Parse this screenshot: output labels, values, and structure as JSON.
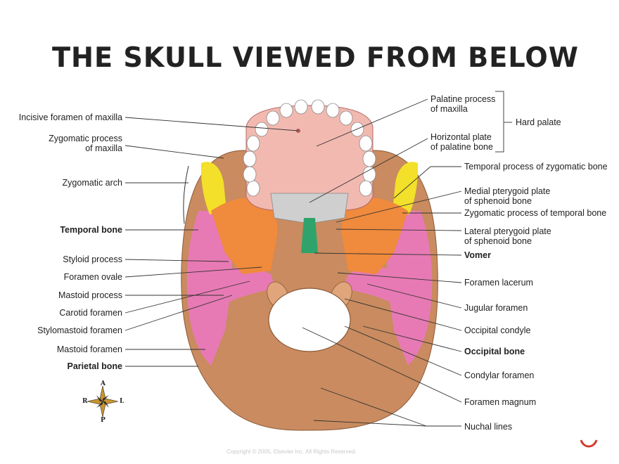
{
  "title": "THE SKULL VIEWED FROM BELOW",
  "copyright": "Copyright © 2005, Elsevier Inc. All Rights Reserved.",
  "compass": {
    "top": "A",
    "left": "R",
    "right": "L",
    "bottom": "P"
  },
  "labels_left": {
    "incisive_foramen": "Incisive foramen of maxilla",
    "zygomatic_process_maxilla_1": "Zygomatic process",
    "zygomatic_process_maxilla_2": "of maxilla",
    "zygomatic_arch": "Zygomatic arch",
    "temporal_bone": "Temporal bone",
    "styloid_process": "Styloid process",
    "foramen_ovale": "Foramen ovale",
    "mastoid_process": "Mastoid process",
    "carotid_foramen": "Carotid foramen",
    "stylomastoid_foramen": "Stylomastoid foramen",
    "mastoid_foramen": "Mastoid foramen",
    "parietal_bone": "Parietal bone"
  },
  "labels_right": {
    "palatine_process_1": "Palatine process",
    "palatine_process_2": "of maxilla",
    "hard_palate": "Hard palate",
    "horizontal_plate_1": "Horizontal plate",
    "horizontal_plate_2": "of palatine bone",
    "temporal_process_zygomatic": "Temporal process of zygomatic bone",
    "medial_pterygoid_1": "Medial pterygoid plate",
    "medial_pterygoid_2": "of sphenoid bone",
    "zygomatic_process_temporal": "Zygomatic process of temporal bone",
    "lateral_pterygoid_1": "Lateral pterygoid plate",
    "lateral_pterygoid_2": "of sphenoid bone",
    "vomer": "Vomer",
    "foramen_lacerum": "Foramen lacerum",
    "jugular_foramen": "Jugular foramen",
    "occipital_condyle": "Occipital condyle",
    "occipital_bone": "Occipital bone",
    "condylar_foramen": "Condylar foramen",
    "foramen_magnum": "Foramen magnum",
    "nuchal_lines": "Nuchal lines"
  },
  "colors": {
    "occipital": "#c98b5f",
    "temporal": "#e77ab4",
    "sphenoid": "#f08a3c",
    "palate": "#f2b9b0",
    "zygomatic": "#f2e02a",
    "vomer": "#2fa36b",
    "teeth": "#ffffff",
    "leader": "#333333"
  }
}
